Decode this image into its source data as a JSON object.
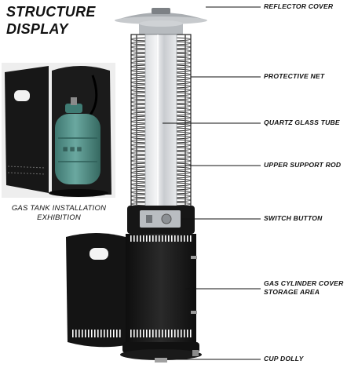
{
  "heading": {
    "line1": "STRUCTURE",
    "line2": "DISPLAY"
  },
  "inset": {
    "caption_line1": "GAS TANK INSTALLATION",
    "caption_line2": "EXHIBITION"
  },
  "callouts": [
    {
      "label": "REFLECTOR COVER"
    },
    {
      "label": "PROTECTIVE NET"
    },
    {
      "label": "QUARTZ GLASS TUBE"
    },
    {
      "label": "UPPER SUPPORT ROD"
    },
    {
      "label": "SWITCH BUTTON"
    },
    {
      "label": "GAS CYLINDER COVER",
      "label2": "STORAGE AREA"
    },
    {
      "label": "CUP DOLLY"
    }
  ],
  "colors": {
    "heater_body": "#1c1c1c",
    "steel": "#b8bcc0",
    "gas_tank": "#4f8f87",
    "leader_line": "#111111"
  }
}
